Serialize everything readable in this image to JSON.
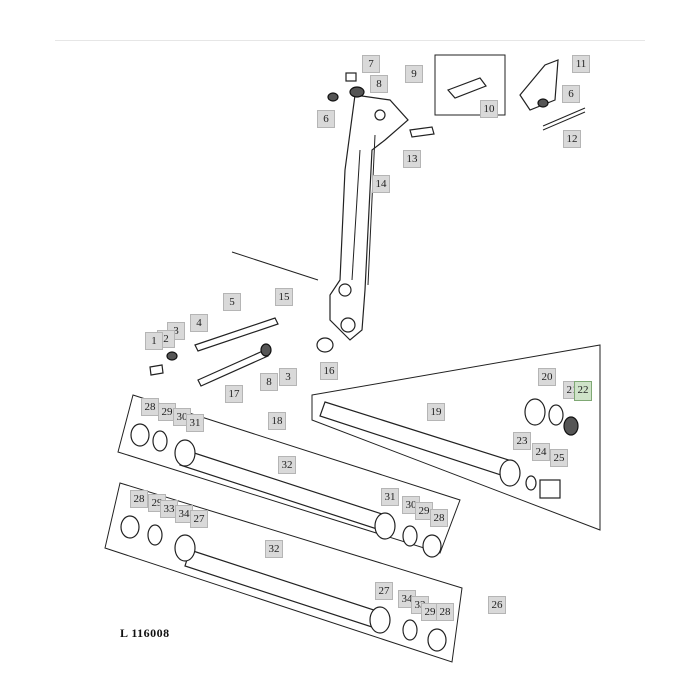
{
  "diagram": {
    "document_id": "L 116008",
    "callouts": [
      {
        "id": "c7",
        "label": "7"
      },
      {
        "id": "c8a",
        "label": "8"
      },
      {
        "id": "c6a",
        "label": "6"
      },
      {
        "id": "c9",
        "label": "9"
      },
      {
        "id": "c10",
        "label": "10"
      },
      {
        "id": "c11",
        "label": "11"
      },
      {
        "id": "c6b",
        "label": "6"
      },
      {
        "id": "c12",
        "label": "12"
      },
      {
        "id": "c13",
        "label": "13"
      },
      {
        "id": "c14",
        "label": "14"
      },
      {
        "id": "c15",
        "label": "15"
      },
      {
        "id": "c5",
        "label": "5"
      },
      {
        "id": "c4",
        "label": "4"
      },
      {
        "id": "c3a",
        "label": "3"
      },
      {
        "id": "c2",
        "label": "2"
      },
      {
        "id": "c1",
        "label": "1"
      },
      {
        "id": "c8b",
        "label": "8"
      },
      {
        "id": "c3b",
        "label": "3"
      },
      {
        "id": "c17",
        "label": "17"
      },
      {
        "id": "c16",
        "label": "16"
      },
      {
        "id": "c20",
        "label": "20"
      },
      {
        "id": "c21",
        "label": "21"
      },
      {
        "id": "c22",
        "label": "22"
      },
      {
        "id": "c19",
        "label": "19"
      },
      {
        "id": "c23",
        "label": "23"
      },
      {
        "id": "c24",
        "label": "24"
      },
      {
        "id": "c25",
        "label": "25"
      },
      {
        "id": "c28a",
        "label": "28"
      },
      {
        "id": "c29a",
        "label": "29"
      },
      {
        "id": "c30a",
        "label": "30"
      },
      {
        "id": "c31a",
        "label": "31"
      },
      {
        "id": "c18",
        "label": "18"
      },
      {
        "id": "c32a",
        "label": "32"
      },
      {
        "id": "c31b",
        "label": "31"
      },
      {
        "id": "c30b",
        "label": "30"
      },
      {
        "id": "c29b",
        "label": "29"
      },
      {
        "id": "c28b",
        "label": "28"
      },
      {
        "id": "c28c",
        "label": "28"
      },
      {
        "id": "c29c",
        "label": "29"
      },
      {
        "id": "c33a",
        "label": "33"
      },
      {
        "id": "c34a",
        "label": "34"
      },
      {
        "id": "c27a",
        "label": "27"
      },
      {
        "id": "c32b",
        "label": "32"
      },
      {
        "id": "c27b",
        "label": "27"
      },
      {
        "id": "c34b",
        "label": "34"
      },
      {
        "id": "c33b",
        "label": "33"
      },
      {
        "id": "c29d",
        "label": "29"
      },
      {
        "id": "c28d",
        "label": "28"
      },
      {
        "id": "c26",
        "label": "26"
      }
    ]
  }
}
